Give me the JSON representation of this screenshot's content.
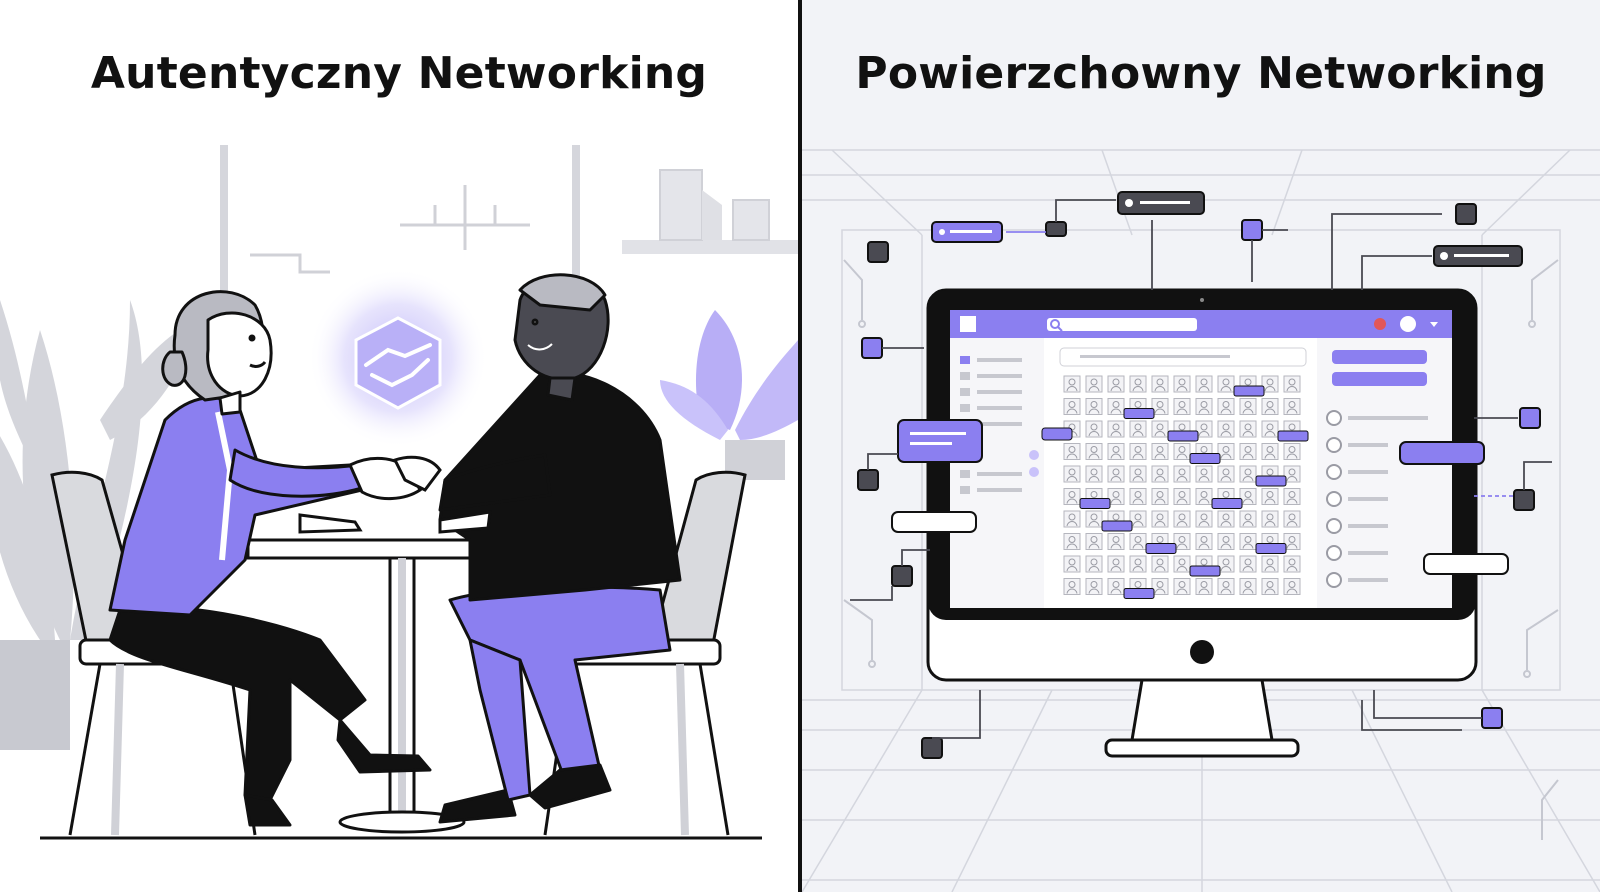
{
  "left_panel": {
    "title": "Autentyczny Networking",
    "scene": "handshake-meeting",
    "accent_color": "#8b7ff0"
  },
  "right_panel": {
    "title": "Powierzchowny Networking",
    "scene": "monitor-social-grid",
    "accent_color": "#8b7ff0",
    "icons": [
      "search-icon",
      "home-icon",
      "notification-icon",
      "avatar-icon",
      "user-icon",
      "chat-bubble-icon"
    ]
  },
  "colors": {
    "accent": "#8b7ff0",
    "accent_light": "#c9c2fa",
    "ink": "#111111",
    "gray": "#c7c8cf",
    "background_right": "#f2f3f7"
  }
}
